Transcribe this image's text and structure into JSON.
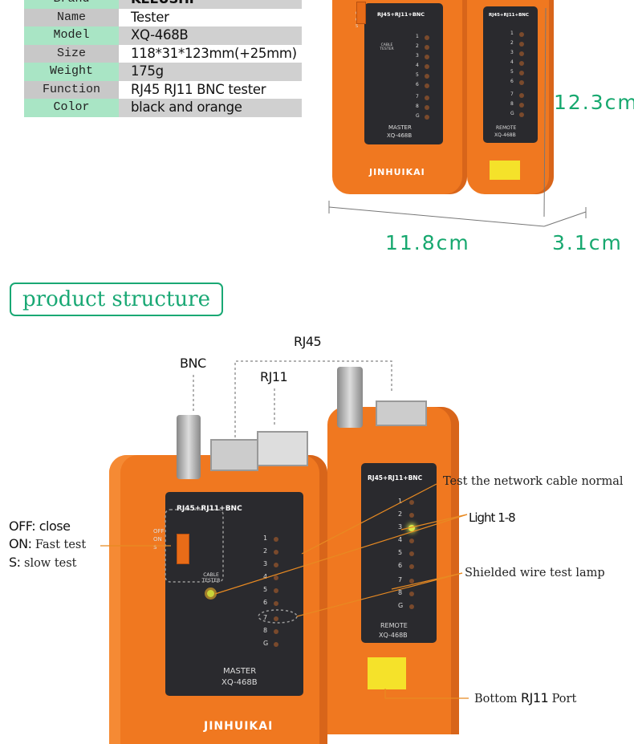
{
  "specs": [
    {
      "label": "Brand",
      "value": "KEEUSHI"
    },
    {
      "label": "Name",
      "value": "Tester"
    },
    {
      "label": "Model",
      "value": "XQ-468B"
    },
    {
      "label": "Size",
      "value": "118*31*123mm(+25mm)"
    },
    {
      "label": "Weight",
      "value": "175g"
    },
    {
      "label": "Function",
      "value": "RJ45 RJ11 BNC tester"
    },
    {
      "label": "Color",
      "value": "black and orange"
    }
  ],
  "dimensions": {
    "height": "12.3cm",
    "width": "11.8cm",
    "depth": "3.1cm"
  },
  "section_title": "product structure",
  "callouts": {
    "rj45": "RJ45",
    "bnc": "BNC",
    "rj11": "RJ11",
    "off": "OFF: close",
    "on_key": "ON:",
    "on_text": "Fast test",
    "s_key": "S:",
    "s_text": "slow test",
    "test_normal": "Test the network cable normal",
    "light": "Light 1-8",
    "shielded": "Shielded wire test lamp",
    "bottom_pre": "Bottom",
    "bottom_rj11": "RJ11",
    "bottom_post": "Port"
  },
  "device": {
    "panel_title": "RJ45+RJ11+BNC",
    "switch_off": "OFF",
    "switch_on": "ON",
    "switch_s": "S",
    "cable_tester": "CABLE TESTER",
    "master_label": "MASTER",
    "remote_label": "REMOTE",
    "model": "XQ-468B",
    "brand": "JINHUIKAI",
    "leds": [
      "1",
      "2",
      "3",
      "4",
      "5",
      "6",
      "7",
      "8",
      "G"
    ]
  },
  "colors": {
    "accent_green": "#19a874",
    "device_orange": "#f07820",
    "panel_dark": "#2a2a2e",
    "table_green": "#a9e5c5",
    "table_gray": "#c8c8c8"
  }
}
